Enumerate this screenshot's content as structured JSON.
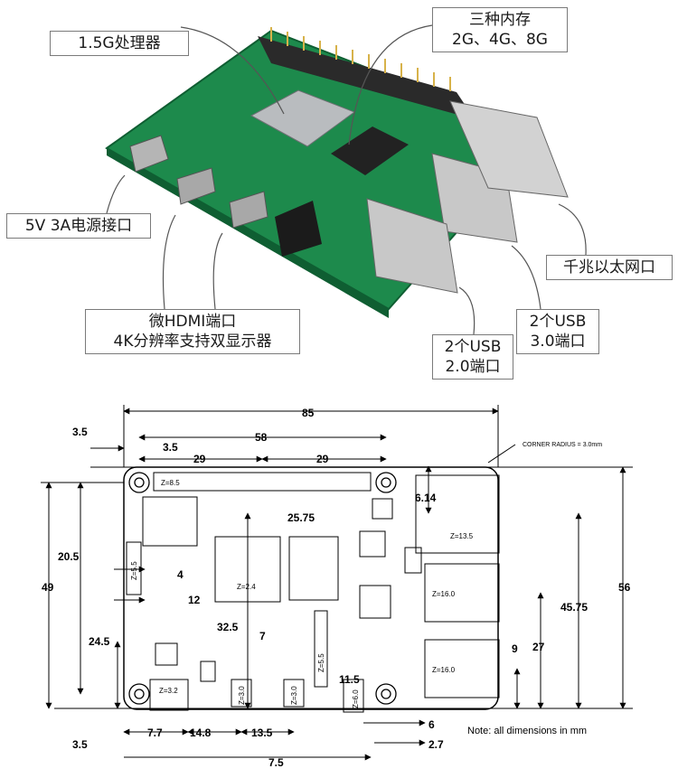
{
  "photo_callouts": {
    "cpu": [
      "1.5G处理器"
    ],
    "memory": [
      "三种内存",
      "2G、4G、8G"
    ],
    "power": [
      "5V 3A电源接口"
    ],
    "hdmi": [
      "微HDMI端口",
      "4K分辨率支持双显示器"
    ],
    "ethernet": [
      "千兆以太网口"
    ],
    "usb3": [
      "2个USB",
      "3.0端口"
    ],
    "usb2": [
      "2个USB",
      "2.0端口"
    ]
  },
  "board_labels": {
    "gpio_z": "Z=8.5",
    "cpu_z": "Z=2.4",
    "ethernet_z": "Z=13.5",
    "usb_top_z": "Z=16.0",
    "usb_bottom_z": "Z=16.0",
    "usbc_z": "Z=3.2",
    "hdmi0_z": "Z=3.0",
    "hdmi1_z": "Z=3.0",
    "audio_z": "Z=6.0",
    "display_conn_z": "Z=5.5",
    "camera_conn_z": "Z=5.5"
  },
  "dimensions": {
    "overall_width": "85",
    "hole_spacing_x": "58",
    "half_left": "29",
    "half_right": "29",
    "left_offset_top": "3.5",
    "hole_inset_x": "3.5",
    "corner_note": "CORNER RADIUS = 3.0mm",
    "cpu_offset": "25.75",
    "eth_offset": "6.14",
    "height_left": "49",
    "hole_y": "20.5",
    "conn_a": "4",
    "conn_b": "12",
    "cpu_y": "24.5",
    "cpu_x": "32.5",
    "hdmi_gap": "7",
    "audio_x": "11.5",
    "usb_pitch": "9",
    "usb_y": "27",
    "eth_y": "45.75",
    "overall_height": "56",
    "bottom_inset": "3.5",
    "usbc_x": "7.7",
    "hdmi0_x": "14.8",
    "hdmi1_x": "13.5",
    "hdmi_spacing": "7.5",
    "audio_w": "6",
    "audio_edge": "2.7",
    "note": "Note: all dimensions in mm"
  }
}
